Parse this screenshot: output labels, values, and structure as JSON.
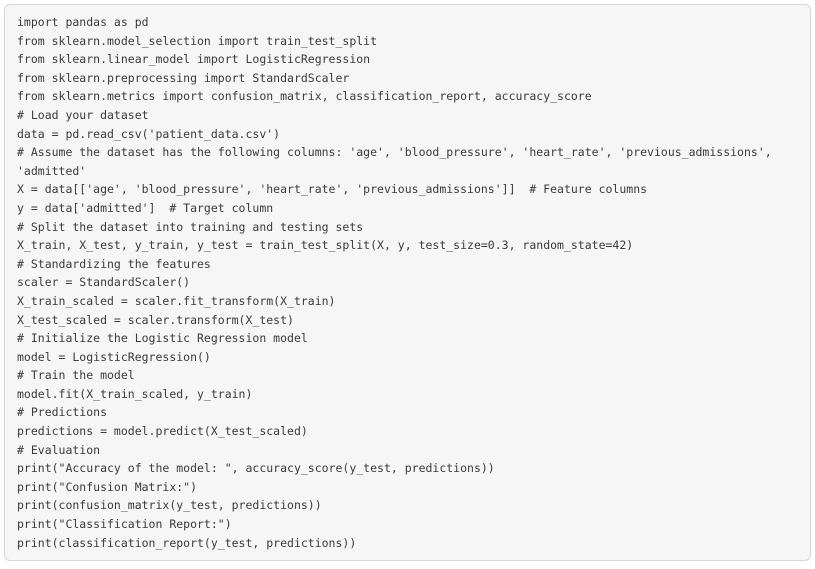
{
  "code_block": {
    "lines": [
      "import pandas as pd",
      "from sklearn.model_selection import train_test_split",
      "from sklearn.linear_model import LogisticRegression",
      "from sklearn.preprocessing import StandardScaler",
      "from sklearn.metrics import confusion_matrix, classification_report, accuracy_score",
      "# Load your dataset",
      "data = pd.read_csv('patient_data.csv')",
      "# Assume the dataset has the following columns: 'age', 'blood_pressure', 'heart_rate', 'previous_admissions', 'admitted'",
      "X = data[['age', 'blood_pressure', 'heart_rate', 'previous_admissions']]  # Feature columns",
      "y = data['admitted']  # Target column",
      "# Split the dataset into training and testing sets",
      "X_train, X_test, y_train, y_test = train_test_split(X, y, test_size=0.3, random_state=42)",
      "# Standardizing the features",
      "scaler = StandardScaler()",
      "X_train_scaled = scaler.fit_transform(X_train)",
      "X_test_scaled = scaler.transform(X_test)",
      "# Initialize the Logistic Regression model",
      "model = LogisticRegression()",
      "# Train the model",
      "model.fit(X_train_scaled, y_train)",
      "# Predictions",
      "predictions = model.predict(X_test_scaled)",
      "# Evaluation",
      "print(\"Accuracy of the model: \", accuracy_score(y_test, predictions))",
      "print(\"Confusion Matrix:\")",
      "print(confusion_matrix(y_test, predictions))",
      "print(\"Classification Report:\")",
      "print(classification_report(y_test, predictions))"
    ]
  },
  "colors": {
    "page_background": "#ffffff",
    "block_background": "#f6f6f6",
    "block_border": "#d6d6d6",
    "code_text": "#3a3a3a"
  }
}
